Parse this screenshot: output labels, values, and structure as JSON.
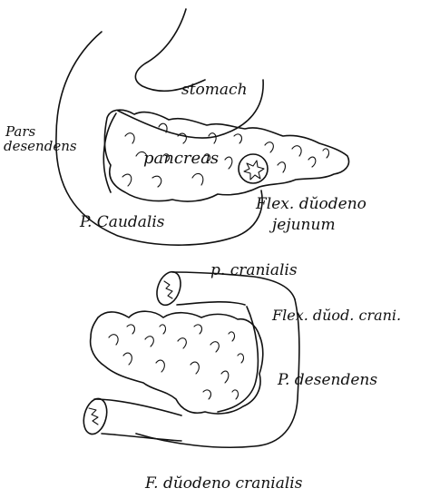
{
  "ink_color": "#111111",
  "background_color": "#ffffff",
  "top_figure": {
    "labels": {
      "stomach": "stomach",
      "pars_desendens_line1": "Pars",
      "pars_desendens_line2": "desendens",
      "pancreas": "pancreas",
      "flex_duodeno_line1": "Flex. dŭodeno",
      "flex_duodeno_line2": "jejunum",
      "p_caudalis": "P. Caudalis"
    }
  },
  "bottom_figure": {
    "labels": {
      "p_cranialis": "p. cranialis",
      "flex_duod_crani": "Flex. dŭod. crani.",
      "p_desendens": "P. desendens",
      "f_duodeno_cranialis": "F. dŭodeno cranialis"
    }
  }
}
